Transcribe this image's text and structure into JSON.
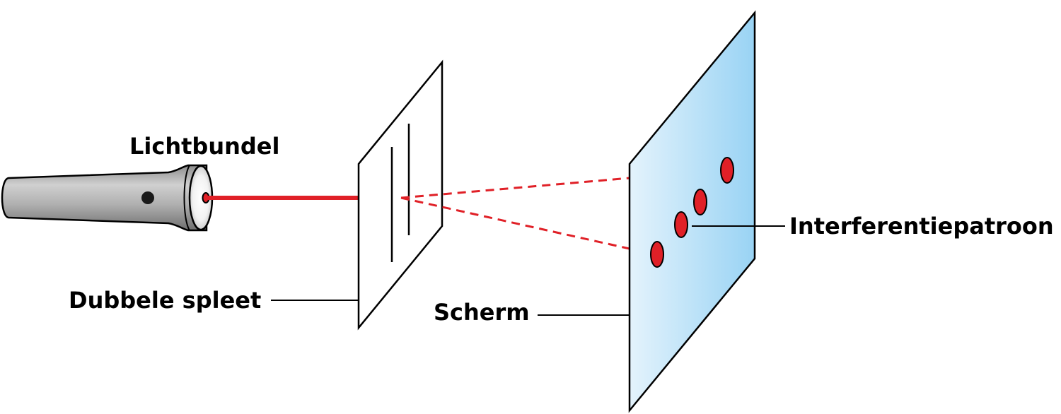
{
  "labels": {
    "light_beam": "Lichtbundel",
    "double_slit": "Dubbele spleet",
    "screen": "Scherm",
    "interference_pattern": "Interferentiepatroon"
  },
  "icons": {
    "flashlight": "flashlight-icon"
  },
  "colors": {
    "beam": "#e02027",
    "spot": "#e02027",
    "screen_light": "#e4f3fc",
    "screen_dark": "#99d3f4",
    "flashlight_body": "#b8b8b8",
    "outline": "#000000"
  }
}
